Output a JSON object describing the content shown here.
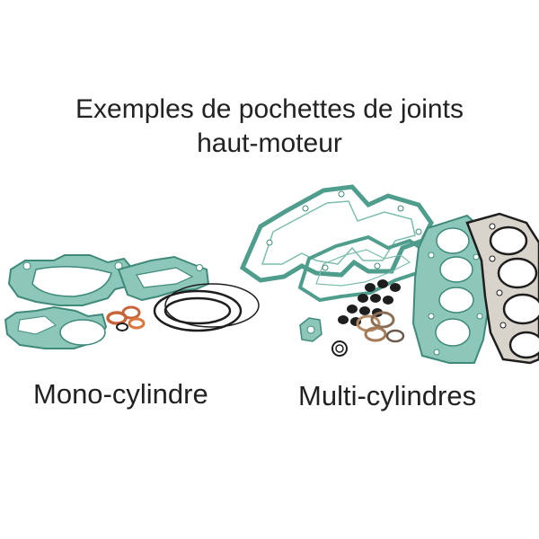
{
  "title": {
    "line1": "Exemples de pochettes de joints",
    "line2": "haut-moteur"
  },
  "captions": {
    "mono": "Mono-cylindre",
    "multi": "Multi-cylindres"
  },
  "colors": {
    "gasket_green": "#5aa394",
    "gasket_green_light": "#8cc7ba",
    "gasket_dark": "#1e1e1e",
    "gasket_copper": "#c8643a",
    "text": "#222222"
  }
}
